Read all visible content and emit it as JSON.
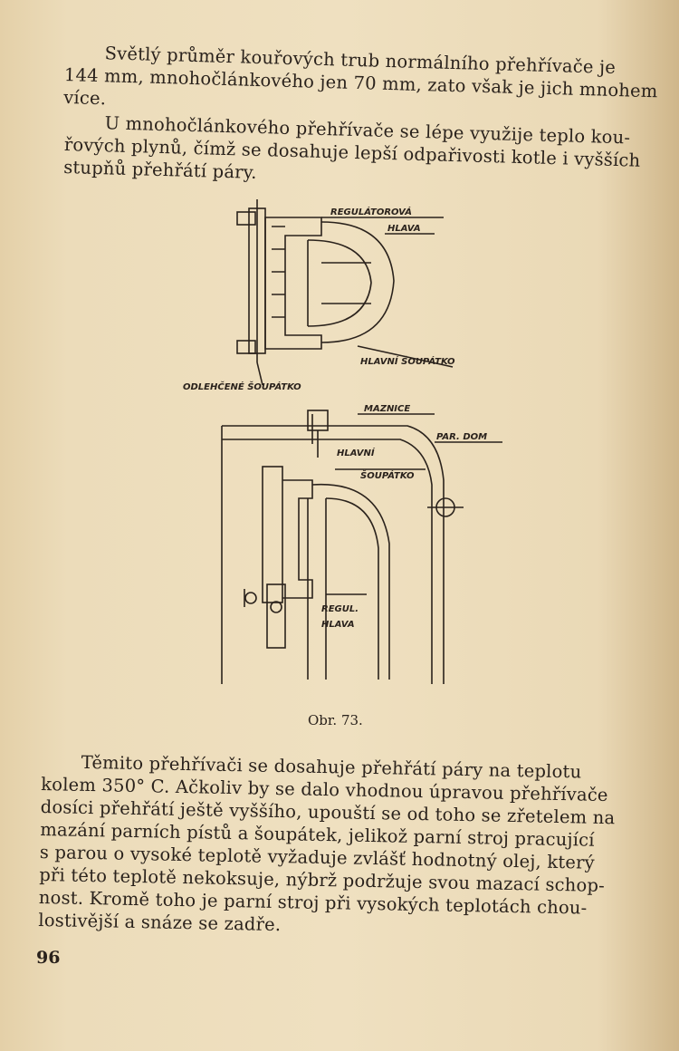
{
  "paragraphs": [
    {
      "lines": [
        "Světlý průměr kouřových trub normálního přehřívače je",
        "144 mm, mnohočlánkového jen 70 mm, zato však je jich mnohem",
        "více."
      ]
    },
    {
      "lines": [
        "U mnohočlánkového přehřívače se lépe využije teplo kou-",
        "řových plynů, čímž se dosahuje lepší odpařivosti kotle i vyšších",
        "stupňů přehřátí páry."
      ]
    },
    {
      "lines": [
        "Těmito přehřívači se dosahuje přehřátí páry na teplotu",
        "kolem 350° C. Ačkoliv by se dalo vhodnou úpravou přehřívače",
        "dosíci přehřátí ještě vyššího, upouští se od toho se zřetelem na",
        "mazání parních pístů a šoupátek, jelikož parní stroj pracující",
        "s parou o vysoké teplotě vyžaduje zvlášť hodnotný olej, který",
        "při této teplotě nekoksuje, nýbrž podržuje svou mazací schop-",
        "nost. Kromě toho je parní stroj při vysokých teplotách chou-",
        "lostivější a snáze se zadře."
      ]
    }
  ],
  "figure": {
    "labels": {
      "regulatorova": "REGULÁTOROVÁ",
      "hlava": "HLAVA",
      "hlavni_soupatko_top": "HLAVNÍ ŠOUPÁTKO",
      "odlehcene_soupatko": "ODLEHČENÉ ŠOUPÁTKO",
      "maznice": "MAZNICE",
      "par_dom": "PAR. DOM",
      "hlavni": "HLAVNÍ",
      "soupatko": "ŠOUPÁTKO",
      "regul": "REGUL.",
      "hlava_bottom": "HLAVA"
    },
    "caption": "Obr. 73."
  },
  "page_number": "96"
}
